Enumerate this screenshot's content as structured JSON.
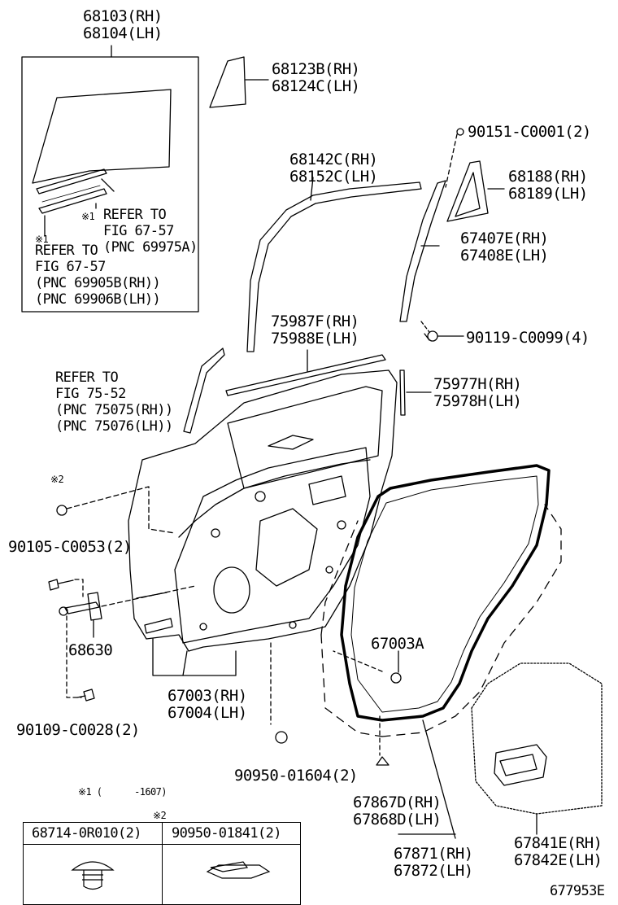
{
  "diagram_id": "677953E",
  "callouts": {
    "glass": {
      "rh": "68103(RH)",
      "lh": "68104(LH)"
    },
    "qtr_glass": {
      "rh": "68123B(RH)",
      "lh": "68124C(LH)"
    },
    "screw_90151": "90151-C0001(2)",
    "run_channel": {
      "rh": "68142C(RH)",
      "lh": "68152C(LH)"
    },
    "qtr_weather": {
      "rh": "68188(RH)",
      "lh": "68189(LH)"
    },
    "division_bar": {
      "rh": "67407E(RH)",
      "lh": "67408E(LH)"
    },
    "screw_90119": "90119-C0099(4)",
    "belt_mould": {
      "rh": "75987F(RH)",
      "lh": "75988E(LH)"
    },
    "garnish": {
      "rh": "75977H(RH)",
      "lh": "75978H(LH)"
    },
    "ref_75": {
      "line1": "REFER TO",
      "line2": "FIG 75-52",
      "line3": "(PNC 75075(RH))",
      "line4": "(PNC 75076(LH))"
    },
    "ref_67a": {
      "mark": "※1",
      "line1": "REFER TO",
      "line2": "FIG 67-57",
      "line3": "(PNC 69975A)"
    },
    "ref_67b": {
      "mark": "※1",
      "line1": "REFER TO",
      "line2": "FIG 67-57",
      "line3": "(PNC 69905B(RH))",
      "line4": "(PNC 69906B(LH))"
    },
    "mark2": "※2",
    "bolt_90105": "90105-C0053(2)",
    "check": "68630",
    "bolt_90109": "90109-C0028(2)",
    "door_panel": {
      "rh": "67003(RH)",
      "lh": "67004(LH)"
    },
    "plug_90950": "90950-01604(2)",
    "clip_67003a": "67003A",
    "clip_67867": {
      "rh": "67867D(RH)",
      "lh": "67868D(LH)"
    },
    "weatherstrip": {
      "rh": "67871(RH)",
      "lh": "67872(LH)"
    },
    "weatherstrip2": {
      "rh": "67841E(RH)",
      "lh": "67842E(LH)"
    },
    "note1": "※1 (      -1607)",
    "table": {
      "mark": "※2",
      "col1": "68714-0R010(2)",
      "col2": "90950-01841(2)"
    }
  }
}
